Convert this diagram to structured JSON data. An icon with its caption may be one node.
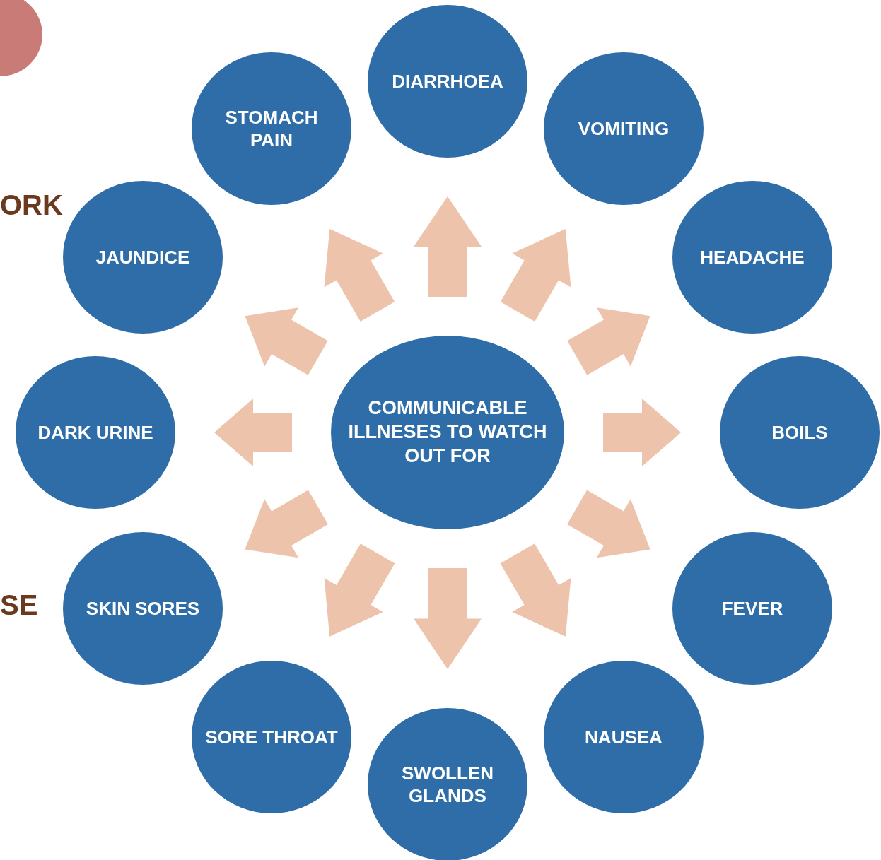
{
  "diagram": {
    "nodes": [
      {
        "text": [
          "COMMUNICABLE ILLNESES TO WATCH OUT FOR"
        ]
      },
      {
        "text": [
          "DIARRHOEA"
        ]
      },
      {
        "text": [
          "VOMITING"
        ]
      },
      {
        "text": [
          "HEADACHE"
        ]
      },
      {
        "text": [
          "BOILS"
        ]
      },
      {
        "text": [
          "FEVER"
        ]
      },
      {
        "text": [
          "NAUSEA"
        ]
      },
      {
        "text": [
          "SWOLLEN GLANDS"
        ]
      },
      {
        "text": [
          "SORE THROAT"
        ]
      },
      {
        "text": [
          "SKIN SORES"
        ]
      },
      {
        "text": [
          "DARK URINE"
        ]
      },
      {
        "text": [
          "JAUNDICE"
        ]
      },
      {
        "text": [
          "STOMACH PAIN"
        ]
      },
      {
        "text": [],
        "shape": "circle"
      }
    ],
    "edges": [
      {
        "from": 0,
        "to": 1,
        "arrow": "to"
      },
      {
        "from": 0,
        "to": 2,
        "arrow": "to"
      },
      {
        "from": 0,
        "to": 3,
        "arrow": "to"
      },
      {
        "from": 0,
        "to": 4,
        "arrow": "to"
      },
      {
        "from": 0,
        "to": 5,
        "arrow": "to"
      },
      {
        "from": 0,
        "to": 6,
        "arrow": "to"
      },
      {
        "from": 0,
        "to": 7,
        "arrow": "to"
      },
      {
        "from": 0,
        "to": 8,
        "arrow": "to"
      },
      {
        "from": 0,
        "to": 9,
        "arrow": "to"
      },
      {
        "from": 0,
        "to": 10,
        "arrow": "to"
      },
      {
        "from": 0,
        "to": 11,
        "arrow": "to"
      },
      {
        "from": 0,
        "to": 12,
        "arrow": "to"
      }
    ],
    "labels": [
      "ORK",
      "SE"
    ]
  }
}
